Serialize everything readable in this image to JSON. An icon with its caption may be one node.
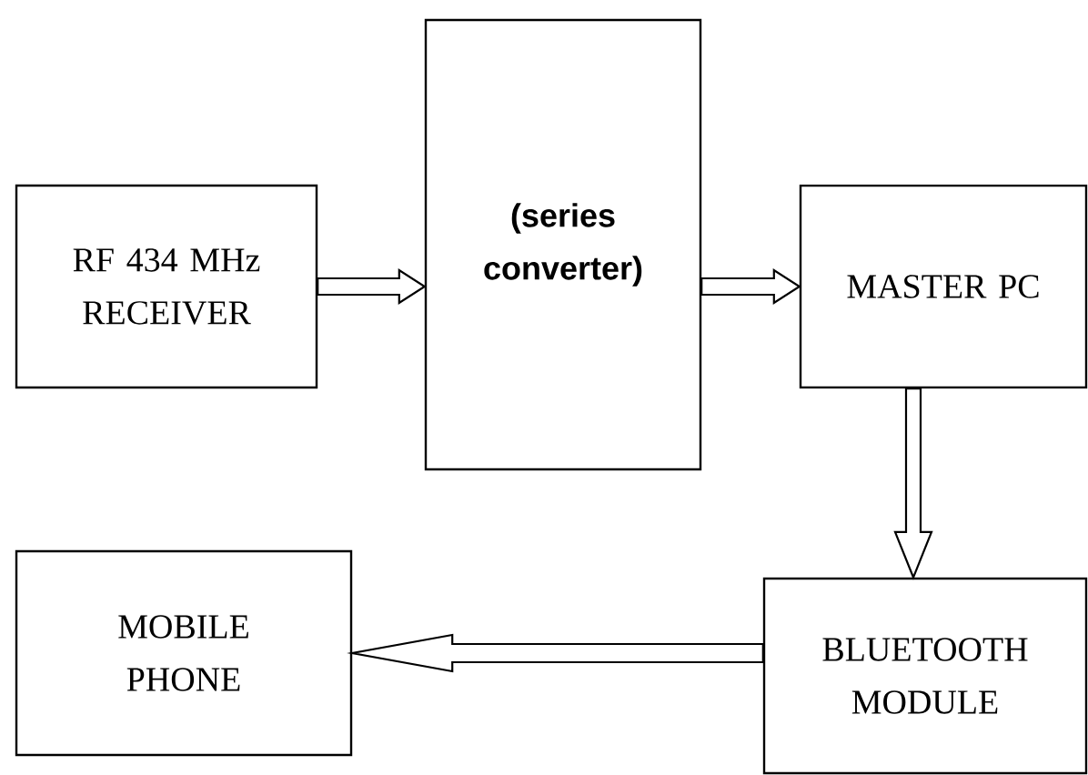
{
  "diagram": {
    "nodes": [
      {
        "text": [
          "RF 434 MHz RECEIVER"
        ]
      },
      {
        "text": [
          "(series converter)"
        ]
      },
      {
        "text": [
          "MASTER PC"
        ]
      },
      {
        "text": [
          "MOBILE PHONE"
        ]
      },
      {
        "text": [
          "BLUETOOTH MODULE"
        ]
      }
    ],
    "edges": [
      {
        "from": 0,
        "to": 1,
        "arrow": "to"
      },
      {
        "from": 1,
        "to": 2,
        "arrow": "to"
      },
      {
        "from": 2,
        "to": 4,
        "arrow": "to"
      },
      {
        "from": 4,
        "to": 3,
        "arrow": "to"
      }
    ]
  }
}
